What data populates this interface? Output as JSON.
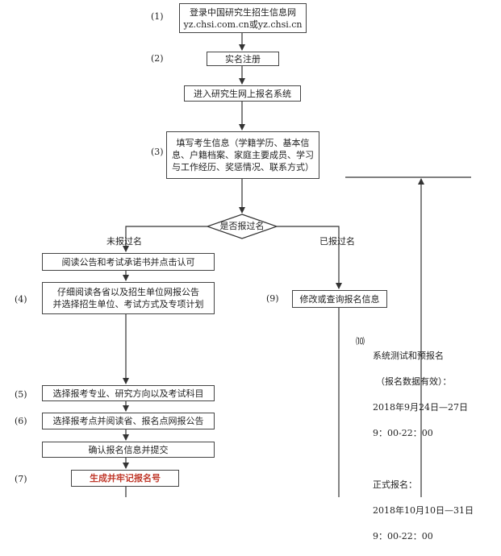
{
  "steps": {
    "s1": "(1)",
    "s2": "(2)",
    "s3": "(3)",
    "s4": "(4)",
    "s5": "(5)",
    "s6": "(6)",
    "s7": "(7)",
    "s9": "(9)",
    "s10": "⑽"
  },
  "nodes": {
    "login": "登录中国研究生招生信息网\nyz.chsi.com.cn或yz.chsi.cn",
    "register": "实名注册",
    "enter_system": "进入研究生网上报名系统",
    "fill_info": "填写考生信息（学籍学历、基本信\n息、户籍档案、家庭主要成员、学习\n与工作经历、奖惩情况、联系方式）",
    "decision": "是否报过名",
    "read_notice": "阅读公告和考试承诺书并点击认可",
    "read_province": "仔细阅读各省以及招生单位网报公告\n并选择招生单位、考试方式及专项计划",
    "modify": "修改或查询报名信息",
    "choose_major": "选择报考专业、研究方向以及考试科目",
    "choose_site": "选择报考点并阅读省、报名点网报公告",
    "confirm": "确认报名信息并提交",
    "generate": "生成并牢记报名号"
  },
  "branches": {
    "not_registered": "未报过名",
    "registered": "已报过名"
  },
  "note10": {
    "line1": "系统测试和预报名",
    "line2": "（报名数据有效）：",
    "line3": "2018年9月24日—27日",
    "line4": "9：00-22：00",
    "line5": "正式报名：",
    "line6": "2018年10月10日—31日",
    "line7": "9：00-22：00"
  },
  "colors": {
    "highlight": "#c0392b",
    "line": "#333333"
  }
}
